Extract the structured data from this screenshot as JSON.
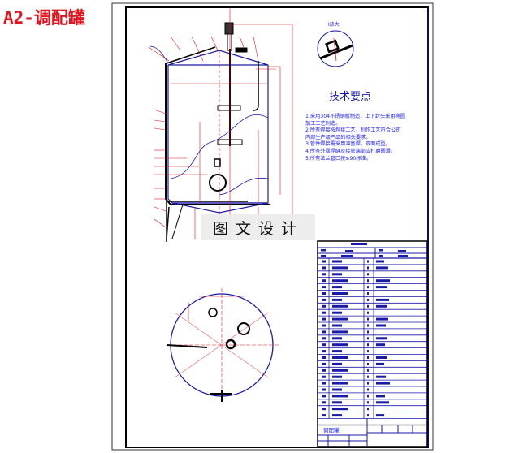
{
  "title": "A2-调配罐",
  "watermark": "图文设计",
  "detail_view": {
    "label": "I放大"
  },
  "technical_notes": {
    "title": "技术要点",
    "items": [
      "1.采用304不锈钢板制造，上下封头采用椭圆",
      "加工工艺制造。",
      "2.所有焊接按焊接工艺，制作工艺符合公司",
      "内部生产级产品的相关要求。",
      "3.管件焊接需采用冲氩焊，双面成型。",
      "4.所有外露焊缝及接管端部应打磨圆滑。",
      "5.所有法兰管口按≤90标准。"
    ]
  },
  "title_block": {
    "name": "调配罐"
  },
  "colors": {
    "title": "#e0141e",
    "outline": "#1a1aa8",
    "dimension": "#e0141e",
    "frame": "#000000"
  }
}
